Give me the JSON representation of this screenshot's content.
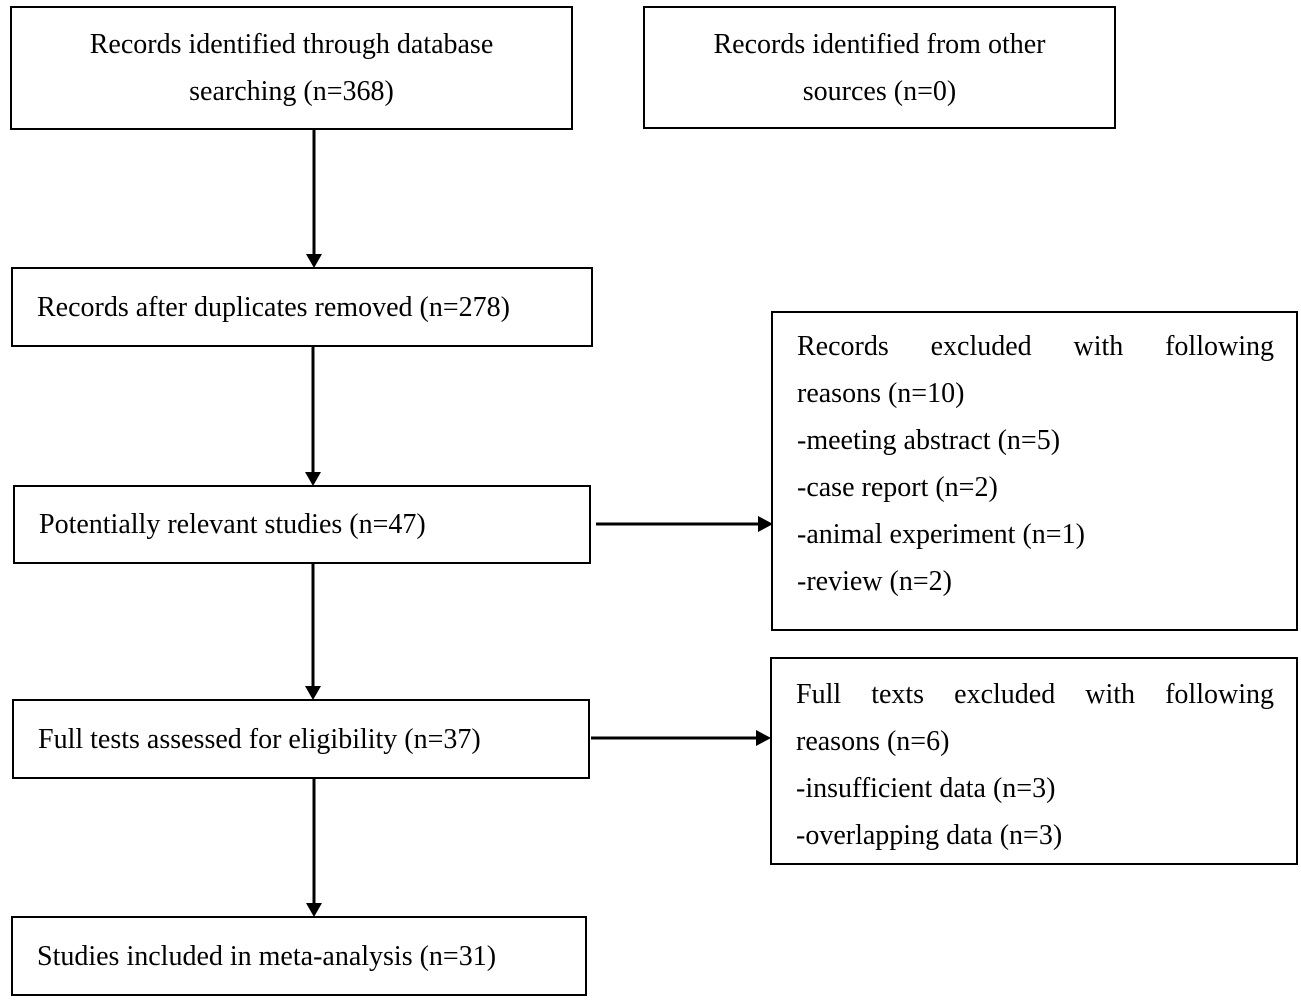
{
  "boxes": {
    "database_search": {
      "line1": "Records identified through database",
      "line2": "searching (n=368)"
    },
    "other_sources": {
      "line1": "Records identified from other",
      "line2": "sources (n=0)"
    },
    "duplicates_removed": {
      "text": "Records after duplicates removed (n=278)"
    },
    "potentially_relevant": {
      "text": "Potentially relevant studies (n=47)"
    },
    "full_texts_assessed": {
      "text": "Full tests assessed for eligibility (n=37)"
    },
    "included": {
      "text": "Studies included in meta-analysis (n=31)"
    },
    "records_excluded": {
      "heading_line1": "Records excluded with following",
      "heading_line2": "reasons (n=10)",
      "reasons": [
        "-meeting abstract (n=5)",
        "-case report (n=2)",
        "-animal experiment (n=1)",
        "-review (n=2)"
      ]
    },
    "fulltexts_excluded": {
      "heading_line1": "Full texts excluded with following",
      "heading_line2": "reasons (n=6)",
      "reasons": [
        "-insufficient data (n=3)",
        "-overlapping data (n=3)"
      ]
    }
  }
}
